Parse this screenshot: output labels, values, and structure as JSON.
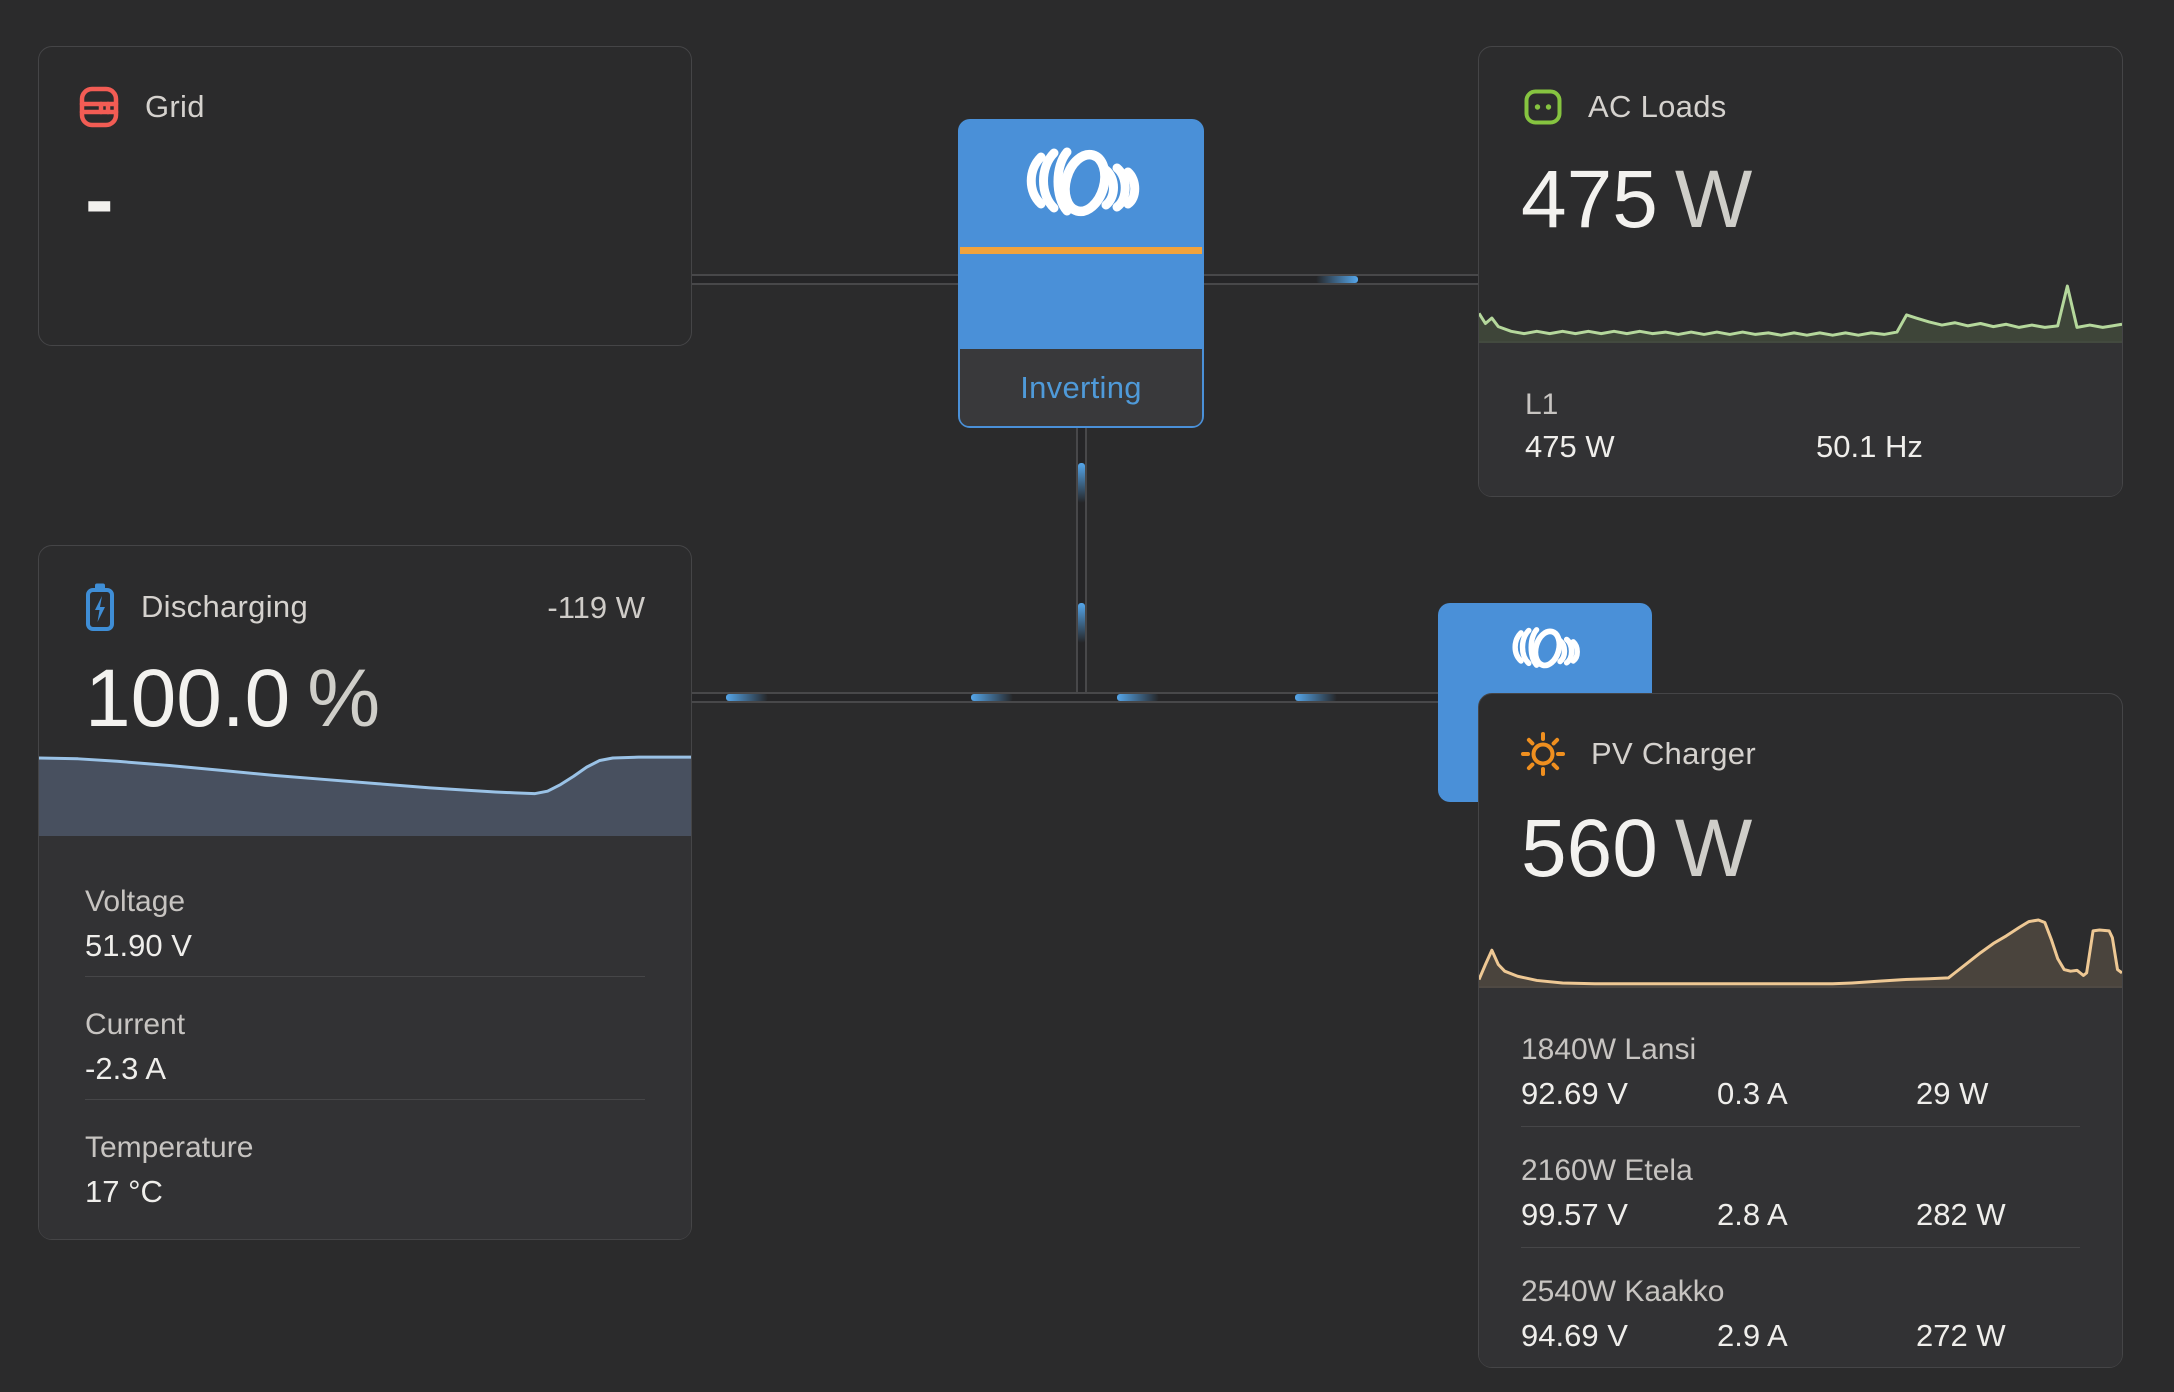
{
  "colors": {
    "accent_blue": "#4a90d8",
    "accent_orange": "#f2a33c",
    "flow_blue": "#55a6ea",
    "grid_red": "#f25c54",
    "battery_blue": "#3f8ed6",
    "loads_green": "#86c440",
    "pv_orange": "#ef8f1f"
  },
  "cards": {
    "grid": {
      "title": "Grid",
      "value": "-",
      "icon": "grid-meter-icon"
    },
    "ac_loads": {
      "title": "AC Loads",
      "value": "475",
      "unit": "W",
      "icon": "socket-icon",
      "footer": {
        "phase": "L1",
        "power": "475 W",
        "frequency": "50.1 Hz"
      },
      "sparkline": {
        "line": "#b5d89c",
        "fill": "rgba(164,208,124,0.16)",
        "points": [
          [
            0,
            62
          ],
          [
            1,
            75
          ],
          [
            2,
            68
          ],
          [
            3,
            79
          ],
          [
            5,
            85
          ],
          [
            7,
            88
          ],
          [
            9,
            85
          ],
          [
            11,
            88
          ],
          [
            13,
            85
          ],
          [
            15,
            88
          ],
          [
            17,
            85
          ],
          [
            19,
            88
          ],
          [
            21,
            85
          ],
          [
            23,
            88
          ],
          [
            25,
            85
          ],
          [
            27,
            88
          ],
          [
            29,
            86
          ],
          [
            31,
            89
          ],
          [
            33,
            86
          ],
          [
            35,
            89
          ],
          [
            37,
            86
          ],
          [
            39,
            89
          ],
          [
            41,
            86
          ],
          [
            43,
            89
          ],
          [
            45,
            87
          ],
          [
            47,
            90
          ],
          [
            49,
            87
          ],
          [
            51,
            90
          ],
          [
            53,
            87
          ],
          [
            55,
            90
          ],
          [
            57,
            87
          ],
          [
            59,
            90
          ],
          [
            61,
            87
          ],
          [
            63,
            89
          ],
          [
            65,
            86
          ],
          [
            66.5,
            64
          ],
          [
            68,
            68
          ],
          [
            70,
            73
          ],
          [
            72,
            77
          ],
          [
            74,
            74
          ],
          [
            76,
            78
          ],
          [
            78,
            75
          ],
          [
            80,
            79
          ],
          [
            82,
            76
          ],
          [
            84,
            80
          ],
          [
            86,
            77
          ],
          [
            88,
            80
          ],
          [
            90,
            78
          ],
          [
            91.5,
            27
          ],
          [
            93,
            80
          ],
          [
            95,
            77
          ],
          [
            97,
            80
          ],
          [
            98.5,
            78
          ],
          [
            100,
            76
          ]
        ]
      }
    },
    "battery": {
      "title": "Discharging",
      "power": "-119 W",
      "value": "100.0",
      "unit": "%",
      "icon": "battery-icon",
      "rows": [
        {
          "label": "Voltage",
          "value": "51.90 V"
        },
        {
          "label": "Current",
          "value": "-2.3 A"
        },
        {
          "label": "Temperature",
          "value": "17 °C"
        }
      ],
      "sparkline": {
        "line": "#9ac2e6",
        "fill": "#48505f",
        "points": [
          [
            0,
            6
          ],
          [
            6,
            7
          ],
          [
            12,
            10
          ],
          [
            20,
            15
          ],
          [
            28,
            21
          ],
          [
            36,
            27
          ],
          [
            44,
            32
          ],
          [
            52,
            37
          ],
          [
            60,
            42
          ],
          [
            66,
            45
          ],
          [
            70,
            47
          ],
          [
            73,
            48
          ],
          [
            76,
            49
          ],
          [
            78,
            46
          ],
          [
            80,
            38
          ],
          [
            82,
            28
          ],
          [
            84,
            17
          ],
          [
            86,
            9
          ],
          [
            88,
            6
          ],
          [
            92,
            5
          ],
          [
            100,
            5
          ]
        ]
      }
    },
    "inverter": {
      "status": "Inverting"
    },
    "pv": {
      "title": "PV Charger",
      "value": "560",
      "unit": "W",
      "icon": "sun-icon",
      "trackers": [
        {
          "name": "1840W Lansi",
          "voltage": "92.69 V",
          "current": "0.3 A",
          "power": "29 W"
        },
        {
          "name": "2160W Etela",
          "voltage": "99.57 V",
          "current": "2.8 A",
          "power": "282 W"
        },
        {
          "name": "2540W Kaakko",
          "voltage": "94.69 V",
          "current": "2.9 A",
          "power": "272 W"
        }
      ],
      "sparkline": {
        "line": "#eec894",
        "fill": "rgba(238,200,148,0.16)",
        "points": [
          [
            0,
            90
          ],
          [
            1,
            72
          ],
          [
            2,
            55
          ],
          [
            3,
            72
          ],
          [
            4,
            80
          ],
          [
            6,
            86
          ],
          [
            9,
            91
          ],
          [
            13,
            94
          ],
          [
            18,
            95
          ],
          [
            30,
            95
          ],
          [
            45,
            95
          ],
          [
            55,
            95
          ],
          [
            58,
            94
          ],
          [
            62,
            92
          ],
          [
            66,
            90
          ],
          [
            70,
            89
          ],
          [
            73,
            88
          ],
          [
            74,
            82
          ],
          [
            76,
            70
          ],
          [
            78,
            58
          ],
          [
            80,
            47
          ],
          [
            82,
            38
          ],
          [
            84,
            28
          ],
          [
            85.5,
            21
          ],
          [
            87,
            19
          ],
          [
            88,
            22
          ],
          [
            89,
            42
          ],
          [
            90,
            65
          ],
          [
            91,
            78
          ],
          [
            92,
            80
          ],
          [
            93,
            79
          ],
          [
            93.5,
            82
          ],
          [
            94,
            85
          ],
          [
            94.5,
            82
          ],
          [
            95.5,
            32
          ],
          [
            96.5,
            31
          ],
          [
            98,
            32
          ],
          [
            98.5,
            40
          ],
          [
            99.3,
            78
          ],
          [
            100,
            82
          ]
        ]
      }
    }
  }
}
